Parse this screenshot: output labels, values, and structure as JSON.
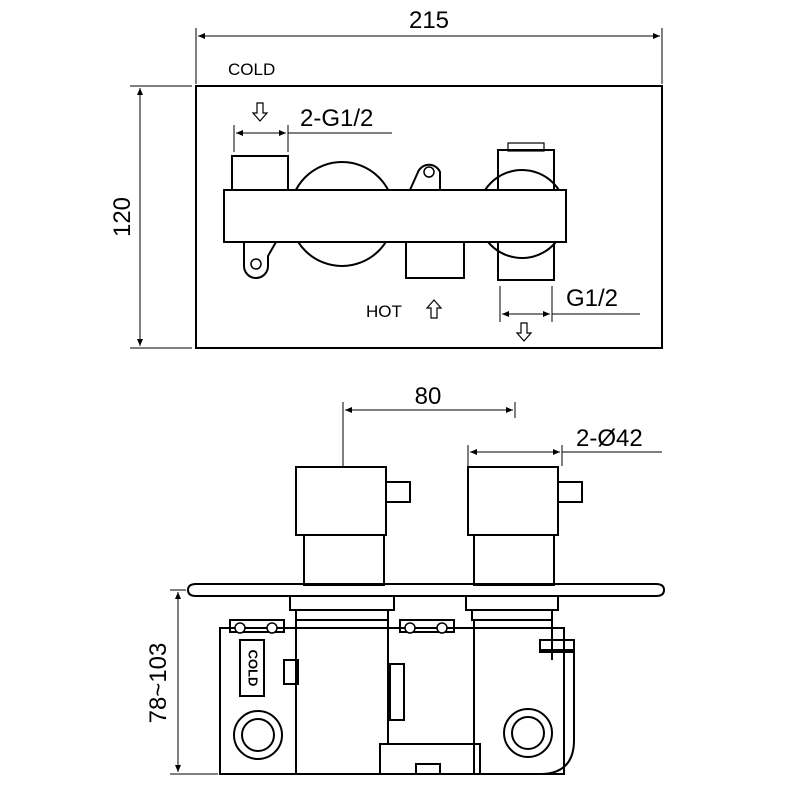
{
  "top_view": {
    "width_dim": "215",
    "height_dim": "120",
    "cold_label": "COLD",
    "hot_label": "HOT",
    "inlet_label": "2-G1/2",
    "outlet_label": "G1/2"
  },
  "side_view": {
    "spacing_dim": "80",
    "handle_dia_label": "2-Ø42",
    "depth_dim": "78~103",
    "cold_tag": "COLD"
  },
  "colors": {
    "line": "#000000",
    "background": "#ffffff"
  }
}
